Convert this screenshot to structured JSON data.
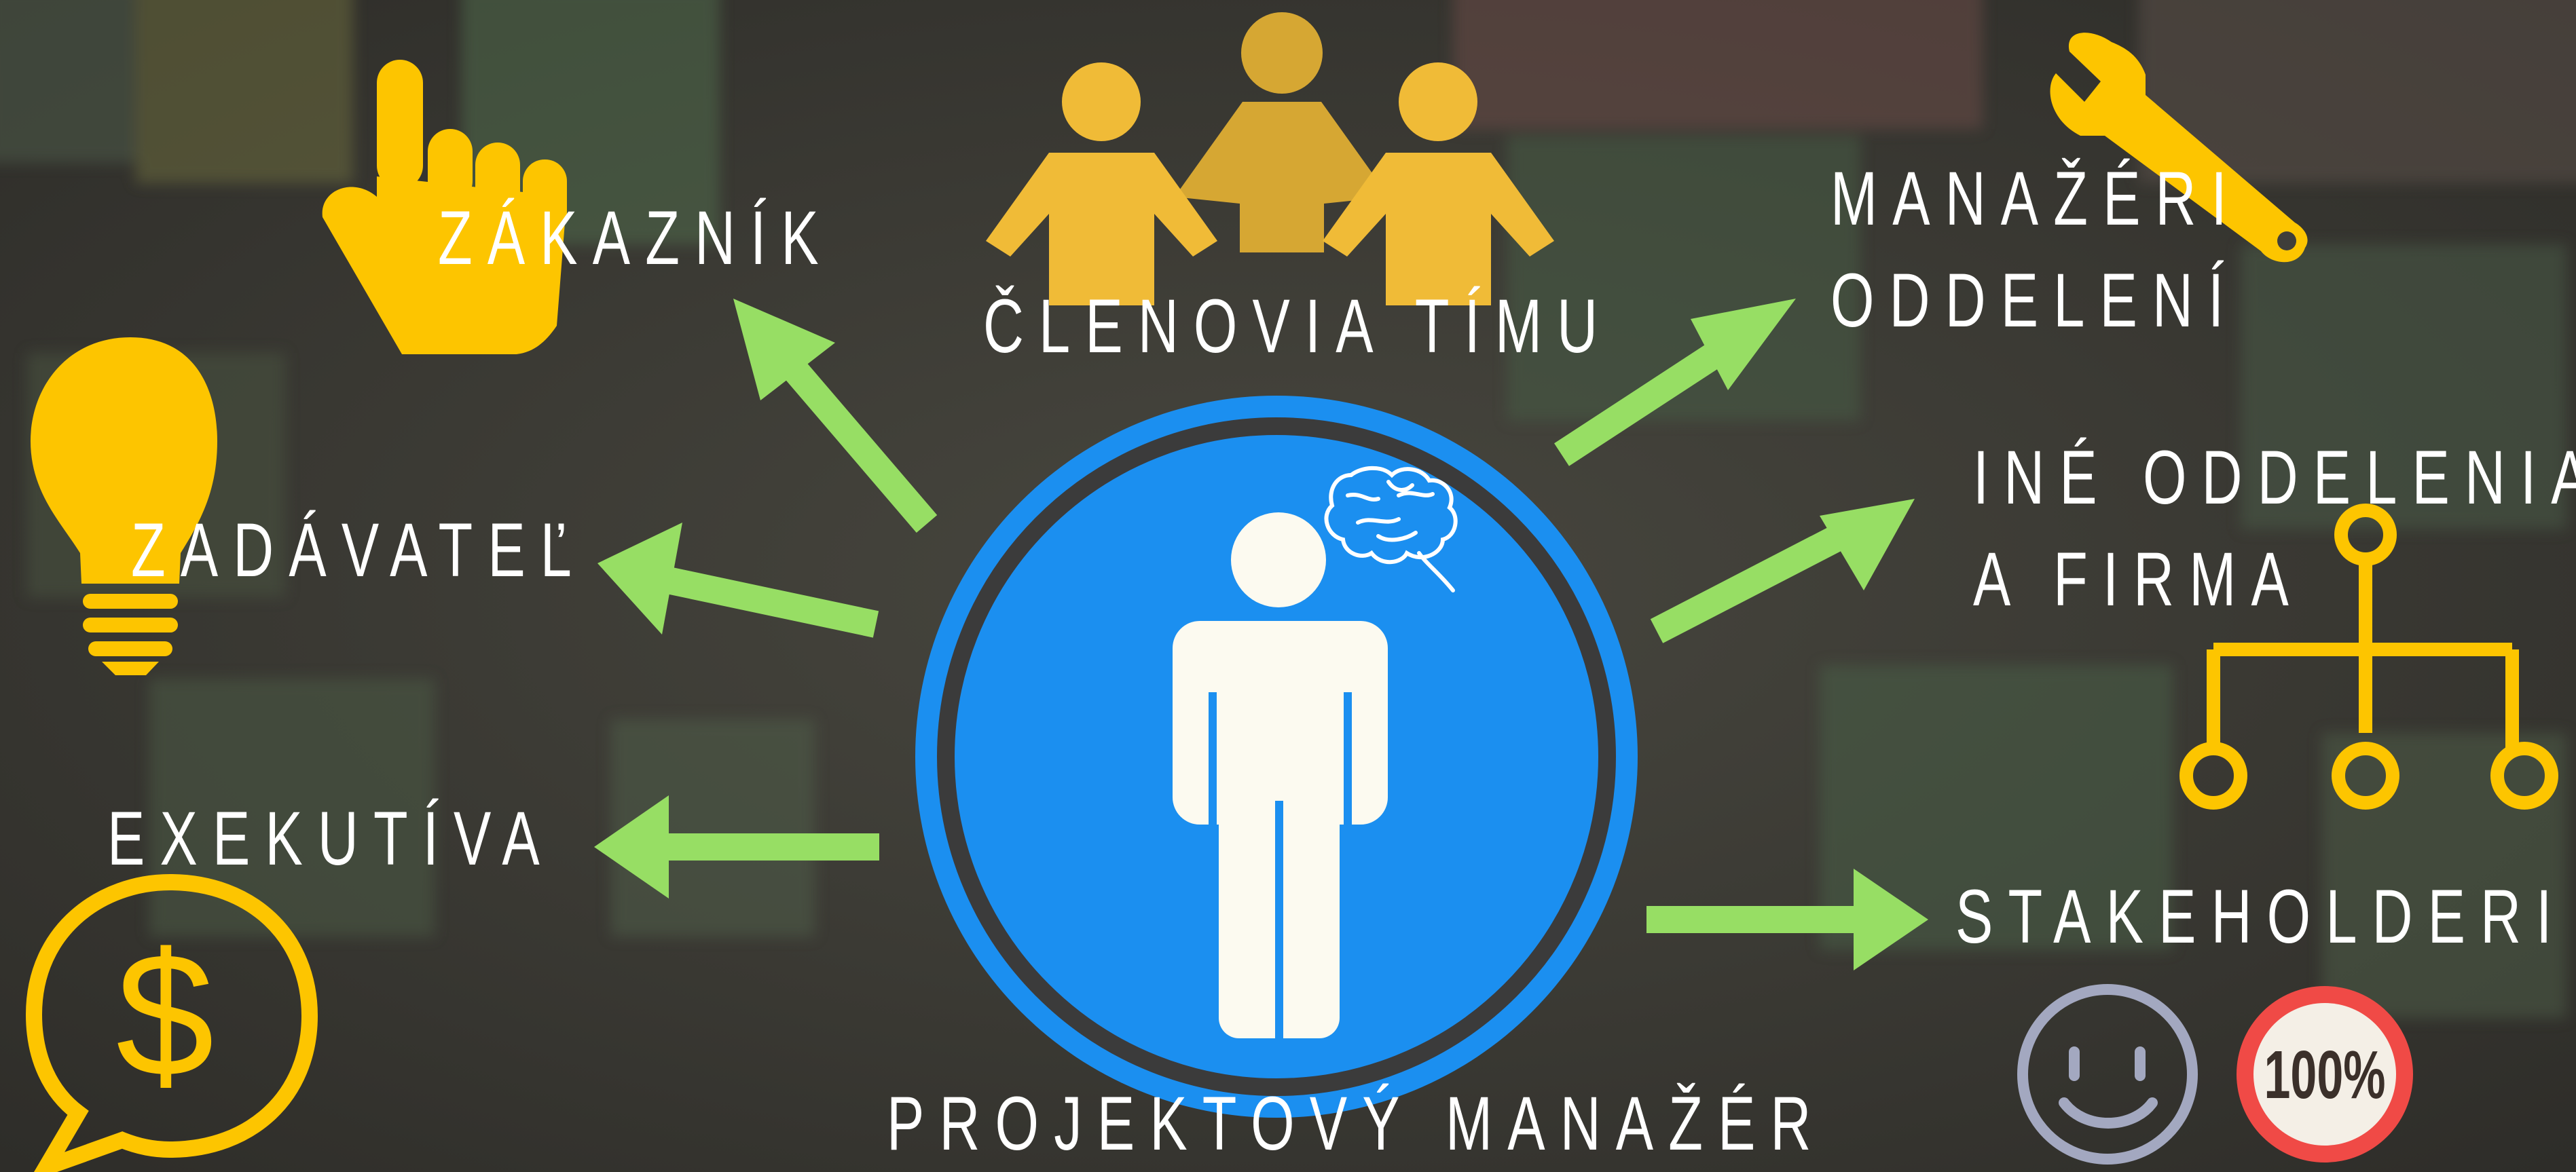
{
  "labels": {
    "customer": "ZÁKAZNÍK",
    "team_members": "ČLENOVIA TÍMU",
    "department_managers_line1": "MANAŽÉRI",
    "department_managers_line2": "ODDELENÍ",
    "other_departments_line1": "INÉ ODDELENIA",
    "other_departments_line2": "A FIRMA",
    "sponsor": "ZADÁVATEĽ",
    "executive": "EXEKUTÍVA",
    "stakeholders": "STAKEHOLDERI",
    "project_manager": "PROJEKTOVÝ MANAŽÉR"
  },
  "icons": {
    "percent_badge": "100%",
    "names": [
      "pointing-hand-icon",
      "team-members-icon",
      "wrench-icon",
      "lightbulb-icon",
      "org-chart-icon",
      "dollar-chat-icon",
      "smiley-icon",
      "brain-icon",
      "person-icon"
    ]
  },
  "colors": {
    "center_circle": "#1b8ff0",
    "arrows": "#97de64",
    "icons_yellow": "#fdc500",
    "team_icon": "#f0bb37",
    "badge_red": "#f04a46",
    "smiley": "#a3a8c0",
    "text": "#ffffff"
  }
}
